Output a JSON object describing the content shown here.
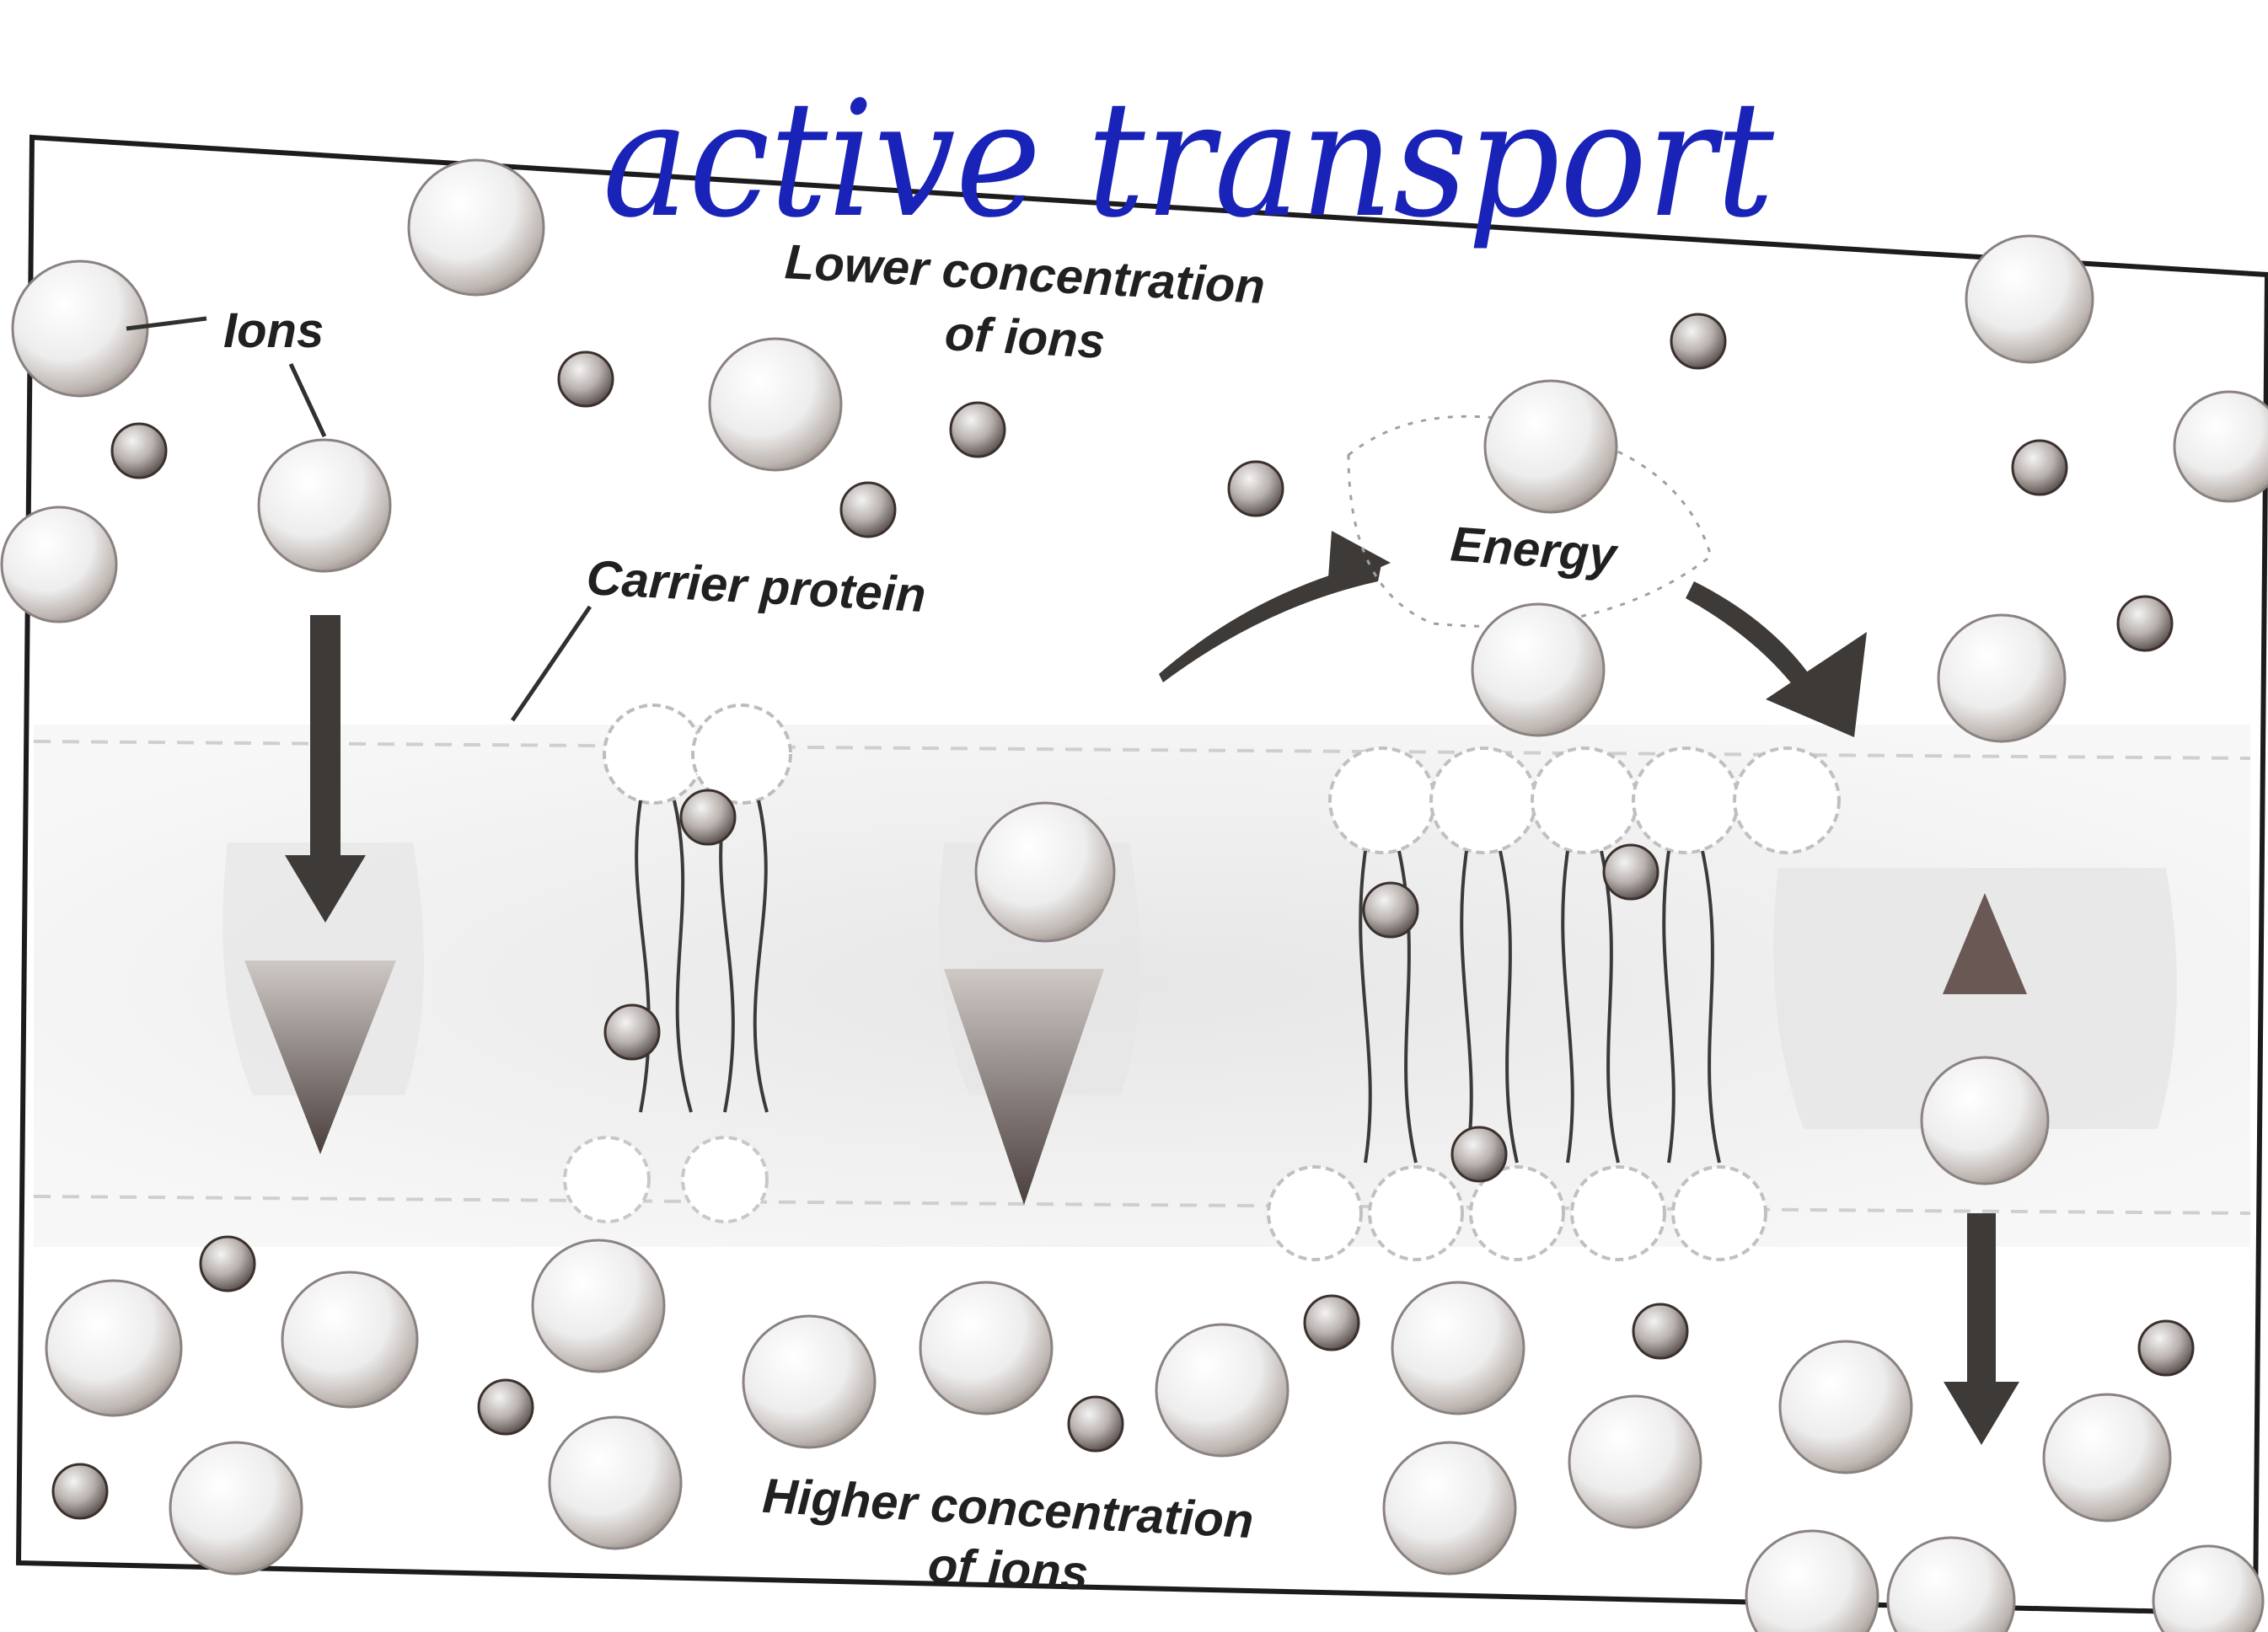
{
  "handwritten_title": "active transport",
  "labels": {
    "ions": "Ions",
    "lower_concentration_line1": "Lower concentration",
    "lower_concentration_line2": "of ions",
    "carrier_protein": "Carrier protein",
    "energy": "Energy",
    "higher_concentration_line1": "Higher concentration",
    "higher_concentration_line2": "of ions"
  },
  "colors": {
    "ink": "#1a23b8",
    "arrow": "#3d3a38",
    "outline": "#222222"
  }
}
